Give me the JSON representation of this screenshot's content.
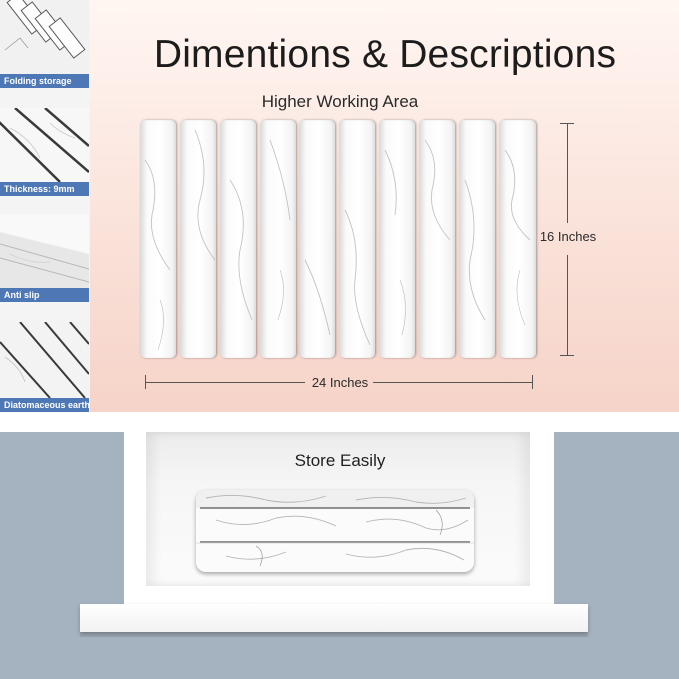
{
  "header": {
    "title": "Dimentions & Descriptions",
    "subtitle": "Higher Working Area"
  },
  "dimensions": {
    "width_label": "24 Inches",
    "height_label": "16 Inches"
  },
  "features": [
    {
      "label": "Folding storage",
      "icon": "folded-mat-thumbnail"
    },
    {
      "label": "Thickness: 9mm",
      "icon": "mat-thickness-thumbnail"
    },
    {
      "label": "Anti slip",
      "icon": "anti-slip-thumbnail"
    },
    {
      "label": "Diatomaceous earth",
      "icon": "diatomaceous-earth-thumbnail"
    }
  ],
  "storage": {
    "label": "Store Easily"
  },
  "product": {
    "slat_count": 10
  },
  "colors": {
    "feature_label_bg": "#4e78b5",
    "top_bg": "#f6d3c8",
    "bottom_bg": "#a5b3c0"
  }
}
